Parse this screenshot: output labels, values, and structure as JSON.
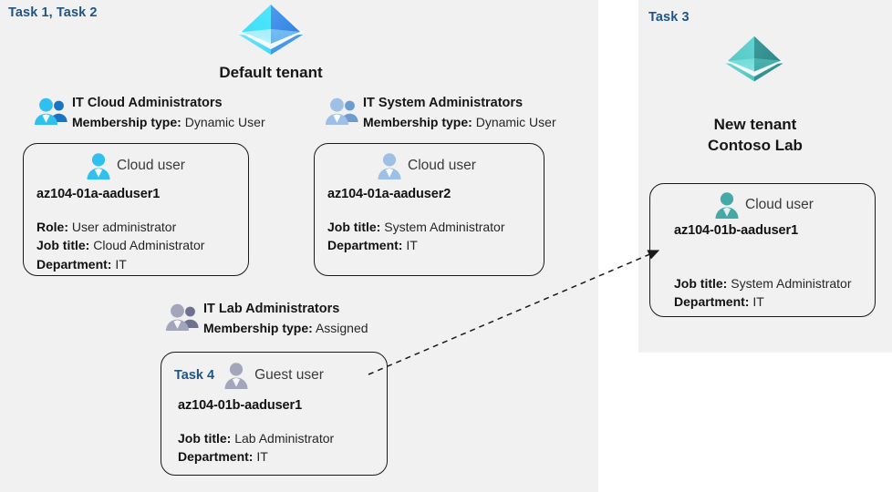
{
  "panels": {
    "left": {
      "task_tag": "Task 1, Task 2"
    },
    "right": {
      "task_tag": "Task 3"
    }
  },
  "colors": {
    "panel_bg": "#f1f1f1",
    "task_tag": "#1f5582",
    "card_border": "#1a1a1a",
    "default_tenant_logo": "#35c3f3",
    "new_tenant_logo": "#3fa9a4",
    "group_icon_cloud_admins": "#29b8ec",
    "group_icon_system_admins": "#8fb4da",
    "group_icon_lab_admins": "#8d8fae",
    "arrow": "#1a1a1a"
  },
  "tenants": [
    {
      "id": "default-tenant",
      "icon": "azure-ad-tenant-icon",
      "title_lines": [
        "Default tenant"
      ]
    },
    {
      "id": "new-tenant",
      "icon": "azure-ad-tenant-icon",
      "title_lines": [
        "New  tenant",
        "Contoso Lab"
      ]
    }
  ],
  "groups": [
    {
      "id": "it-cloud-administrators",
      "icon": "group-users-icon",
      "name": "IT Cloud Administrators",
      "meta_label": "Membership type:",
      "meta_value": "Dynamic User"
    },
    {
      "id": "it-system-administrators",
      "icon": "group-users-icon",
      "name": "IT System Administrators",
      "meta_label": "Membership type:",
      "meta_value": "Dynamic User"
    },
    {
      "id": "it-lab-administrators",
      "icon": "group-users-icon",
      "name": "IT Lab Administrators",
      "meta_label": "Membership type:",
      "meta_value": "Assigned"
    }
  ],
  "cards": [
    {
      "id": "card-aaduser1-a",
      "task_inline": "",
      "user_icon": "cloud-user-icon",
      "user_type": "Cloud user",
      "upn": "az104-01a-aaduser1",
      "props": [
        {
          "key": "Role:",
          "value": "User administrator"
        },
        {
          "key": "Job title:",
          "value": "Cloud Administrator"
        },
        {
          "key": "Department:",
          "value": "IT"
        }
      ]
    },
    {
      "id": "card-aaduser2-a",
      "task_inline": "",
      "user_icon": "cloud-user-icon",
      "user_type": "Cloud user",
      "upn": "az104-01a-aaduser2",
      "props": [
        {
          "key": "Job title:",
          "value": "System Administrator"
        },
        {
          "key": "Department:",
          "value": "IT"
        }
      ]
    },
    {
      "id": "card-aaduser1-b-guest",
      "task_inline": "Task 4",
      "user_icon": "guest-user-icon",
      "user_type": "Guest user",
      "upn": "az104-01b-aaduser1",
      "props": [
        {
          "key": "Job title:",
          "value": "Lab Administrator"
        },
        {
          "key": "Department:",
          "value": "IT"
        }
      ]
    },
    {
      "id": "card-aaduser1-b-cloud",
      "task_inline": "",
      "user_icon": "cloud-user-icon",
      "user_type": "Cloud user",
      "upn": "az104-01b-aaduser1",
      "props": [
        {
          "key": "Job title:",
          "value": "System Administrator"
        },
        {
          "key": "Department:",
          "value": "IT"
        }
      ]
    }
  ],
  "connector": {
    "id": "guest-invite-arrow",
    "style": "dashed",
    "from": "card-aaduser1-b-guest",
    "to": "card-aaduser1-b-cloud"
  }
}
